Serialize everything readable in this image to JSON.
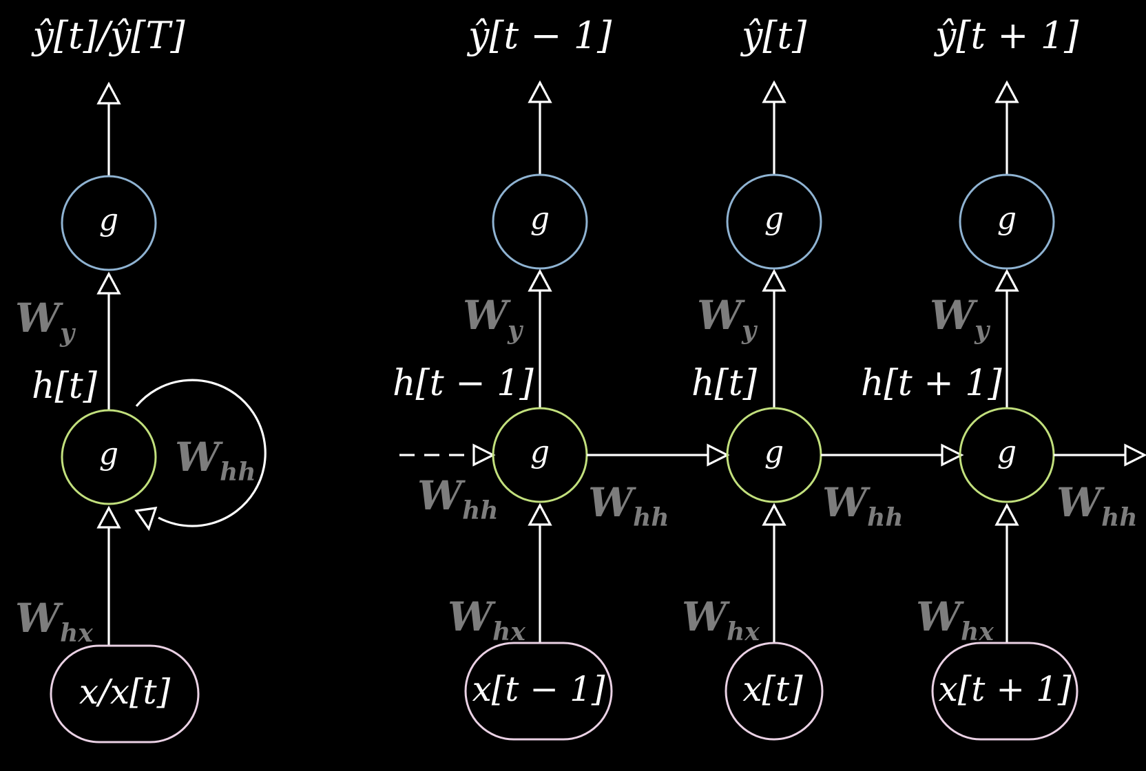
{
  "colors": {
    "background": "#000000",
    "output_node": "#8fb3d2",
    "hidden_node": "#c2e07d",
    "input_node": "#ead1e4",
    "weight_label": "#7d7d7d",
    "edge": "#ffffff"
  },
  "folded": {
    "output_label": "ŷ[t]/ŷ[T]",
    "output_node_label": "g",
    "hidden_node_label": "g",
    "state_label": "h[t]",
    "input_label": "x/x[t]",
    "weight_y": "W",
    "weight_y_sub": "y",
    "weight_hx": "W",
    "weight_hx_sub": "hx",
    "weight_hh": "W",
    "weight_hh_sub": "hh"
  },
  "unrolled": {
    "steps": [
      {
        "output_label": "ŷ[t − 1]",
        "output_node_label": "g",
        "hidden_node_label": "g",
        "state_label": "h[t − 1]",
        "input_label": "x[t − 1]",
        "weight_y": "W",
        "weight_y_sub": "y",
        "weight_hx": "W",
        "weight_hx_sub": "hx",
        "weight_hh": "W",
        "weight_hh_sub": "hh"
      },
      {
        "output_label": "ŷ[t]",
        "output_node_label": "g",
        "hidden_node_label": "g",
        "state_label": "h[t]",
        "input_label": "x[t]",
        "weight_y": "W",
        "weight_y_sub": "y",
        "weight_hx": "W",
        "weight_hx_sub": "hx",
        "weight_hh": "W",
        "weight_hh_sub": "hh"
      },
      {
        "output_label": "ŷ[t + 1]",
        "output_node_label": "g",
        "hidden_node_label": "g",
        "state_label": "h[t + 1]",
        "input_label": "x[t + 1]",
        "weight_y": "W",
        "weight_y_sub": "y",
        "weight_hx": "W",
        "weight_hx_sub": "hx",
        "weight_hh": "W",
        "weight_hh_sub": "hh"
      }
    ],
    "incoming_weight": "W",
    "incoming_weight_sub": "hh"
  }
}
